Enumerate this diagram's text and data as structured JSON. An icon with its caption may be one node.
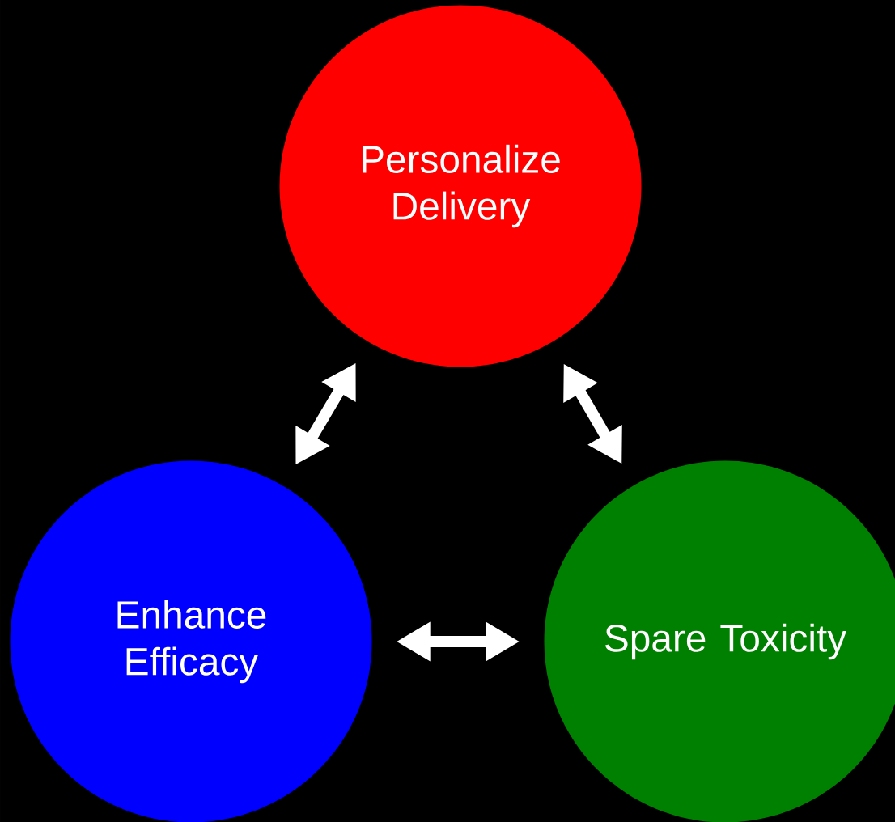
{
  "diagram": {
    "nodes": [
      {
        "text": [
          "Personalize Delivery"
        ]
      },
      {
        "text": [
          "Enhance Efficacy"
        ]
      },
      {
        "text": [
          "Spare Toxicity"
        ]
      }
    ],
    "edges": [
      {
        "from": 0,
        "to": 1,
        "arrow": "both"
      },
      {
        "from": 1,
        "to": 2,
        "arrow": "both"
      },
      {
        "from": 0,
        "to": 2,
        "arrow": "both"
      }
    ]
  }
}
